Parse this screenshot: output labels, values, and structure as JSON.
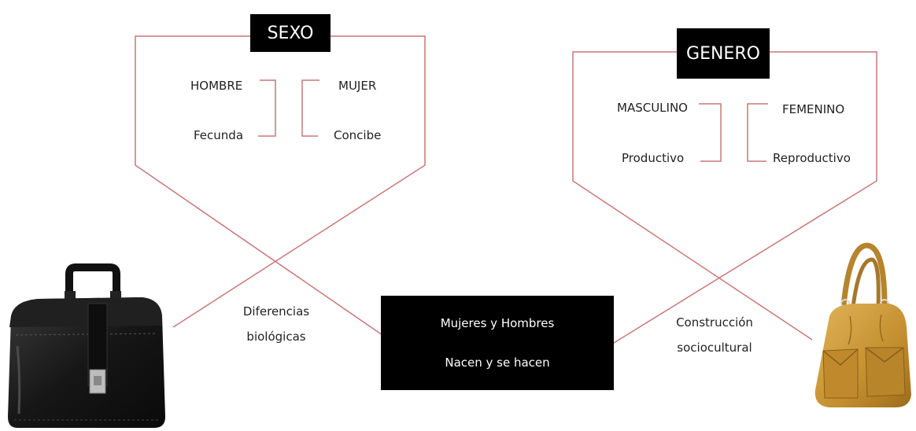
{
  "sexo": {
    "title": "SEXO",
    "left_term": "HOMBRE",
    "left_function": "Fecunda",
    "right_term": "MUJER",
    "right_function": "Concibe"
  },
  "genero": {
    "title": "GENERO",
    "left_term": "MASCULINO",
    "left_function": "Productivo",
    "right_term": "FEMENINO",
    "right_function": "Reproductivo"
  },
  "center": {
    "line1": "Mujeres y Hombres",
    "line2": "Nacen y se hacen"
  },
  "captions": {
    "left_line1": "Diferencias",
    "left_line2": "biológicas",
    "right_line1": "Construcción",
    "right_line2": "sociocultural"
  },
  "colors": {
    "line": "#c9777a",
    "box": "#000000",
    "black_bag": "#1a1a1a",
    "tan_bag": "#c9963a"
  },
  "icons": {
    "left_image": "black-doctor-bag",
    "right_image": "tan-leather-handbag"
  }
}
